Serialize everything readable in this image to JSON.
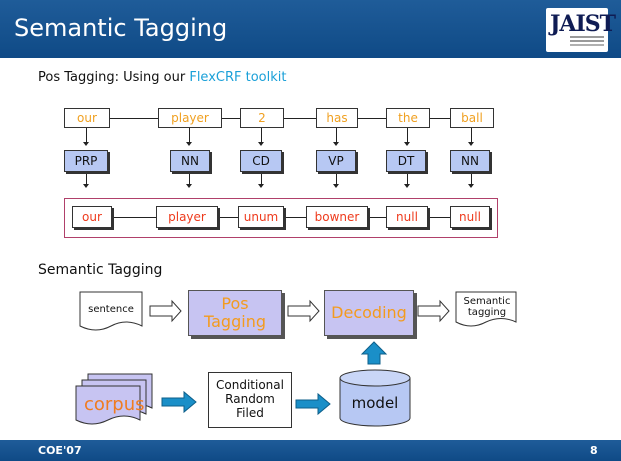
{
  "title": "Semantic Tagging",
  "logo_text": "JAIST",
  "footer": {
    "left": "COE'07",
    "right": "8"
  },
  "pos_tagging": {
    "label": "Pos Tagging",
    "colon": ":",
    "desc_prefix": "Using our",
    "tool": "FlexCRF toolkit",
    "words": [
      "our",
      "player",
      "2",
      "has",
      "the",
      "ball"
    ],
    "tags": [
      "PRP",
      "NN",
      "CD",
      "VP",
      "DT",
      "NN"
    ],
    "semantic": [
      "our",
      "player",
      "unum",
      "bowner",
      "null",
      "null"
    ]
  },
  "semantic_tagging": {
    "label": "Semantic Tagging",
    "sentence": "sentence",
    "pos_tagging_box": "Pos Tagging",
    "decoding": "Decoding",
    "output": "Semantic tagging",
    "corpus": "corpus",
    "crf": "Conditional Random Filed",
    "model": "model"
  },
  "colors": {
    "title_bar": "#1a5595",
    "word_text": "#f0a020",
    "tag_fill": "#b7c8f3",
    "semantic_text": "#ee3a1c",
    "process_fill": "#c7c4f2",
    "arrow_blue": "#1a8fc8"
  }
}
